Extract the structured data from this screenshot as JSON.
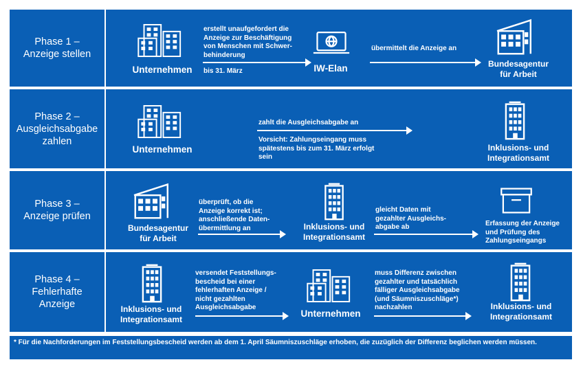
{
  "phases": [
    {
      "title": "Phase 1 –\nAnzeige stellen",
      "actor_from": "Unternehmen",
      "step1_text": "erstellt unaufgefordert die\nAnzeige zur Beschäftigung\nvon Menschen mit Schwer-\nbehinderung",
      "step1_deadline": "bis 31. März",
      "mid_actor": "IW-Elan",
      "step2_text": "übermittelt die Anzeige an",
      "actor_to": "Bundesagentur\nfür Arbeit"
    },
    {
      "title": "Phase 2 –\nAusgleichsabgabe\nzahlen",
      "actor_from": "Unternehmen",
      "step1_text": "zahlt die Ausgleichsabgabe an",
      "note": "Vorsicht: Zahlungseingang muss\nspätestens bis zum 31. März erfolgt\nsein",
      "actor_to": "Inklusions- und\nIntegrationsamt"
    },
    {
      "title": "Phase 3 –\nAnzeige prüfen",
      "actor_from": "Bundesagentur\nfür Arbeit",
      "step1_text": "überprüft, ob die\nAnzeige korrekt ist;\nanschließende Daten-\nübermittlung an",
      "mid_actor": "Inklusions- und\nIntegrationsamt",
      "step2_text": "gleicht Daten mit\ngezahlter Ausgleichs-\nabgabe ab",
      "actor_to": "Erfassung der Anzeige\nund Prüfung des\nZahlungseingangs"
    },
    {
      "title": "Phase 4 –\nFehlerhafte\nAnzeige",
      "actor_from": "Inklusions- und\nIntegrationsamt",
      "step1_text": "versendet Feststellungs-\nbescheid bei einer\nfehlerhaften Anzeige /\nnicht gezahlten\nAusgleichsabgabe",
      "mid_actor": "Unternehmen",
      "step2_text": "muss Differenz zwischen\ngezahlter und tatsächlich\nfälliger Ausgleichsabgabe\n(und Säumniszuschläge*)\nnachzahlen",
      "actor_to": "Inklusions- und\nIntegrationsamt"
    }
  ],
  "footnote": "* Für die Nachforderungen im Feststellungsbescheid werden ab dem 1. April Säumniszuschläge erhoben, die zuzüglich der Differenz beglichen werden müssen.",
  "icons": {
    "company": "company-buildings-icon",
    "laptop": "laptop-globe-icon",
    "agency": "agency-building-icon",
    "office": "office-tower-icon",
    "archive": "archive-box-icon"
  },
  "colors": {
    "band": "#0a5fb5",
    "foreground": "#ffffff"
  }
}
